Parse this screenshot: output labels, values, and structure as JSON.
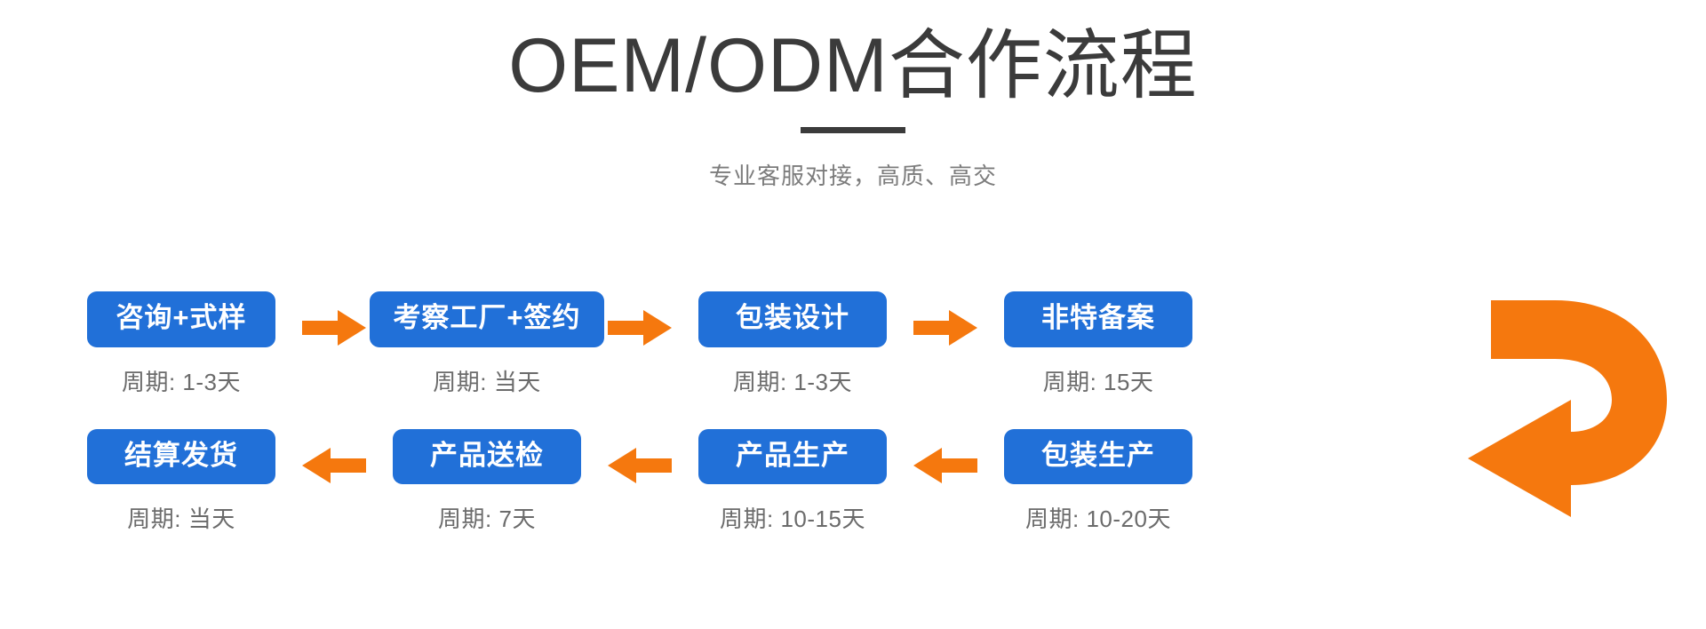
{
  "header": {
    "title": "OEM/ODM合作流程",
    "subtitle": "专业客服对接，高质、高交",
    "divider": "title-divider"
  },
  "colors": {
    "box_blue": "#2170d8",
    "arrow_orange": "#f5780e",
    "title_gray": "#3b3b3b",
    "caption_gray": "#6b6b6b",
    "subtitle_gray": "#7c7c7c",
    "background": "#ffffff"
  },
  "flow": {
    "row_one_direction": "left-to-right",
    "row_two_direction": "right-to-left",
    "row_one": [
      {
        "label": "咨询+式样",
        "caption": "周期: 1-3天",
        "cycle": "1-3天"
      },
      {
        "label": "考察工厂+签约",
        "caption": "周期: 当天",
        "cycle": "当天"
      },
      {
        "label": "包装设计",
        "caption": "周期: 1-3天",
        "cycle": "1-3天"
      },
      {
        "label": "非特备案",
        "caption": "周期: 15天",
        "cycle": "15天"
      }
    ],
    "row_two": [
      {
        "label": "结算发货",
        "caption": "周期: 当天",
        "cycle": "当天"
      },
      {
        "label": "产品送检",
        "caption": "周期: 7天",
        "cycle": "7天"
      },
      {
        "label": "产品生产",
        "caption": "周期: 10-15天",
        "cycle": "10-15天"
      },
      {
        "label": "包装生产",
        "caption": "周期: 10-20天",
        "cycle": "10-20天"
      }
    ],
    "arrows": {
      "right_icon": "arrow-right-icon",
      "left_icon": "arrow-left-icon",
      "uturn_icon": "arrow-uturn-icon"
    }
  }
}
